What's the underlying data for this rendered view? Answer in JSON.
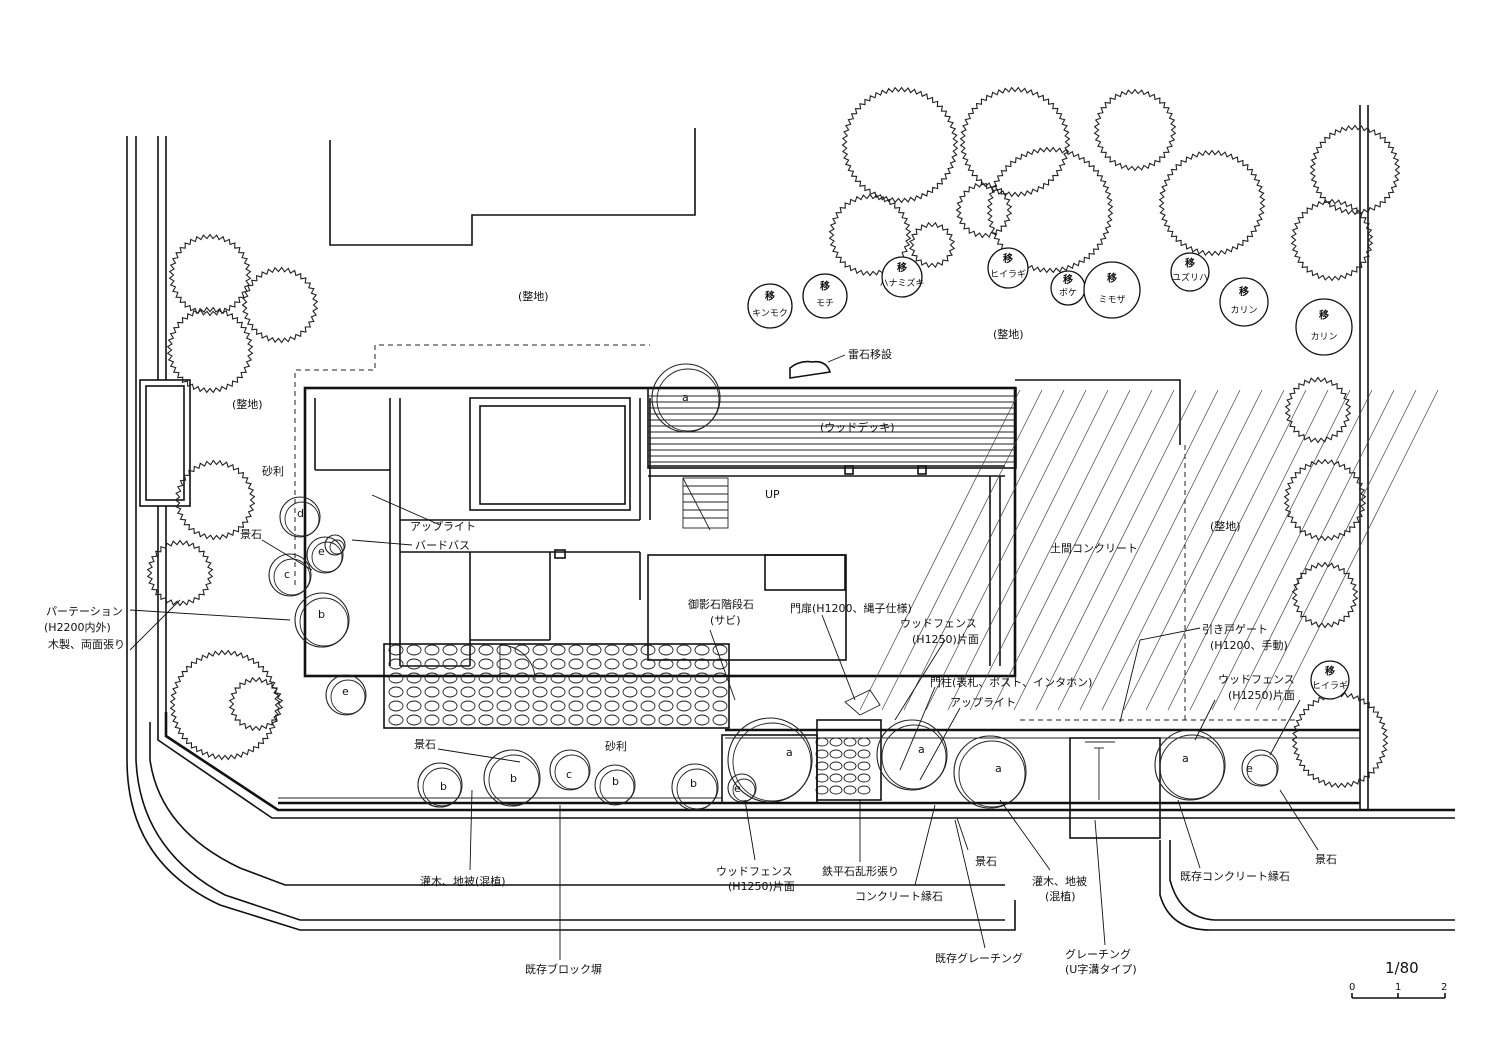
{
  "areas": {
    "seichi_1": "(整地)",
    "seichi_2": "(整地)",
    "seichi_3": "(整地)",
    "seichi_4": "(整地)",
    "wood_deck": "(ウッドデッキ)",
    "doma": "土間コンクリート",
    "up": "UP",
    "jari_1": "砂利",
    "jari_2": "砂利"
  },
  "transplant": {
    "mark": "移",
    "trees": [
      "キンモク",
      "モチ",
      "ハナミズキ",
      "ヒイラギ",
      "ボケ",
      "ミモザ",
      "ユズリハ",
      "カリン",
      "カリン",
      "ヒイラギ"
    ]
  },
  "tree_codes": {
    "a": "a",
    "b": "b",
    "c": "c",
    "d": "d",
    "e": "e"
  },
  "labels": {
    "reiseki": "雷石移設",
    "uplight_1": "アップライト",
    "birdbath": "バードバス",
    "keiseki_1": "景石",
    "partition_1": "パーテーション",
    "partition_2": "(H2200内外)",
    "partition_3": "木製、両面張り",
    "mikage_1": "御影石階段石",
    "mikage_2": "(サビ)",
    "montobira": "門扉(H1200、縄子仕様)",
    "woodfence_a1": "ウッドフェンス",
    "woodfence_a2": "(H1250)片面",
    "monchu": "門柱(表札、ポスト、インタホン)",
    "uplight_2": "アップライト",
    "sliding_1": "引き戸ゲート",
    "sliding_2": "(H1200、手動)",
    "woodfence_b1": "ウッドフェンス",
    "woodfence_b2": "(H1250)片面",
    "keiseki_2": "景石",
    "woodfence_c1": "ウッドフェンス",
    "woodfence_c2": "(H1250)片面",
    "teppei": "鉄平石乱形張り",
    "keiseki_3": "景石",
    "kanboku_1": "灌木、地被(混植)",
    "concrete_edge": "コンクリート縁石",
    "kanboku_2a": "灌木、地被",
    "kanboku_2b": "(混植)",
    "existing_conc": "既存コンクリート縁石",
    "keiseki_4": "景石",
    "existing_block": "既存ブロック塀",
    "existing_grating": "既存グレーチング",
    "grating_1": "グレーチング",
    "grating_2": "(U字溝タイプ)"
  },
  "scale": {
    "ratio": "1/80",
    "t0": "0",
    "t1": "1",
    "t2": "2"
  }
}
